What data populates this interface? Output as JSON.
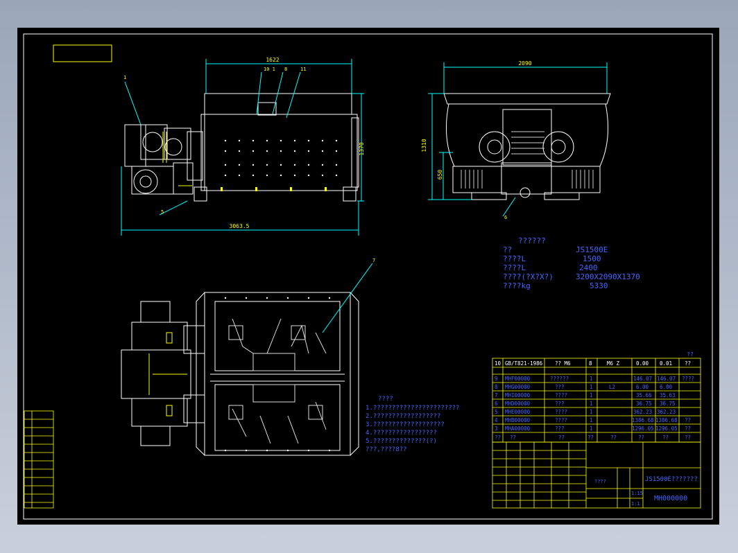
{
  "drawing": {
    "dims": {
      "side_length": "1622",
      "overall_length": "3063.5",
      "side_height": "1370",
      "end_width": "2090",
      "end_height": "1310",
      "end_inner_height": "650"
    },
    "callouts_side": [
      "1",
      "10 1",
      "8",
      "11",
      "5"
    ],
    "callout_end": "6",
    "callout_top": "7"
  },
  "specs": {
    "heading": "??????",
    "rows": [
      {
        "label": "??",
        "value": "JS1500E"
      },
      {
        "label": "????L",
        "value": "1500"
      },
      {
        "label": "????L",
        "value": "2400"
      },
      {
        "label": "????(?X?X?)",
        "value": "3200X2090X1370"
      },
      {
        "label": "????kg",
        "value": "5330"
      }
    ]
  },
  "notes": {
    "heading": "????",
    "lines": [
      "1.???????????????????????",
      "2.??????????????????",
      "3.???????????????????",
      "4.?????????????????",
      "5.??????????????(?)",
      "  ???,????8??"
    ]
  },
  "bom": {
    "header_mark": "??",
    "rows": [
      {
        "no": "10",
        "code": "GB/T821-1986",
        "name": "?? M6",
        "qty": "8",
        "mat": "M6 Z",
        "w1": "0.00",
        "w2": "0.01",
        "note": "??"
      },
      {
        "no": "9",
        "code": "MHF00000",
        "name": "??????",
        "qty": "1",
        "mat": "",
        "w1": "146.07",
        "w2": "146.07",
        "note": "????"
      },
      {
        "no": "8",
        "code": "MHG00000",
        "name": "???",
        "qty": "1",
        "mat": "L2",
        "w1": "6.00",
        "w2": "6.00",
        "note": ""
      },
      {
        "no": "7",
        "code": "MHI00000",
        "name": "????",
        "qty": "1",
        "mat": "",
        "w1": "35.66",
        "w2": "35.63",
        "note": ""
      },
      {
        "no": "6",
        "code": "MHD00000",
        "name": "???",
        "qty": "1",
        "mat": "",
        "w1": "36.75",
        "w2": "36.75",
        "note": ""
      },
      {
        "no": "5",
        "code": "MHE00000",
        "name": "????",
        "qty": "1",
        "mat": "",
        "w1": "362.23",
        "w2": "362.23",
        "note": ""
      },
      {
        "no": "4",
        "code": "MHB00000",
        "name": "????",
        "qty": "1",
        "mat": "",
        "w1": "1386.68",
        "w2": "1386.68",
        "note": "??"
      },
      {
        "no": "3",
        "code": "MHA00000",
        "name": "???",
        "qty": "1",
        "mat": "",
        "w1": "1296.05",
        "w2": "1296.05",
        "note": "??"
      },
      {
        "no": "??",
        "code": "??",
        "name": "??",
        "qty": "??",
        "mat": "??",
        "w1": "??",
        "w2": "??",
        "note": "??"
      }
    ]
  },
  "title_block": {
    "drawing_name": "JS1500E???????",
    "drawing_no": "MH000000",
    "scale_label": "????",
    "scale": "1:15",
    "sheets": "1:1"
  },
  "frame_label": ""
}
